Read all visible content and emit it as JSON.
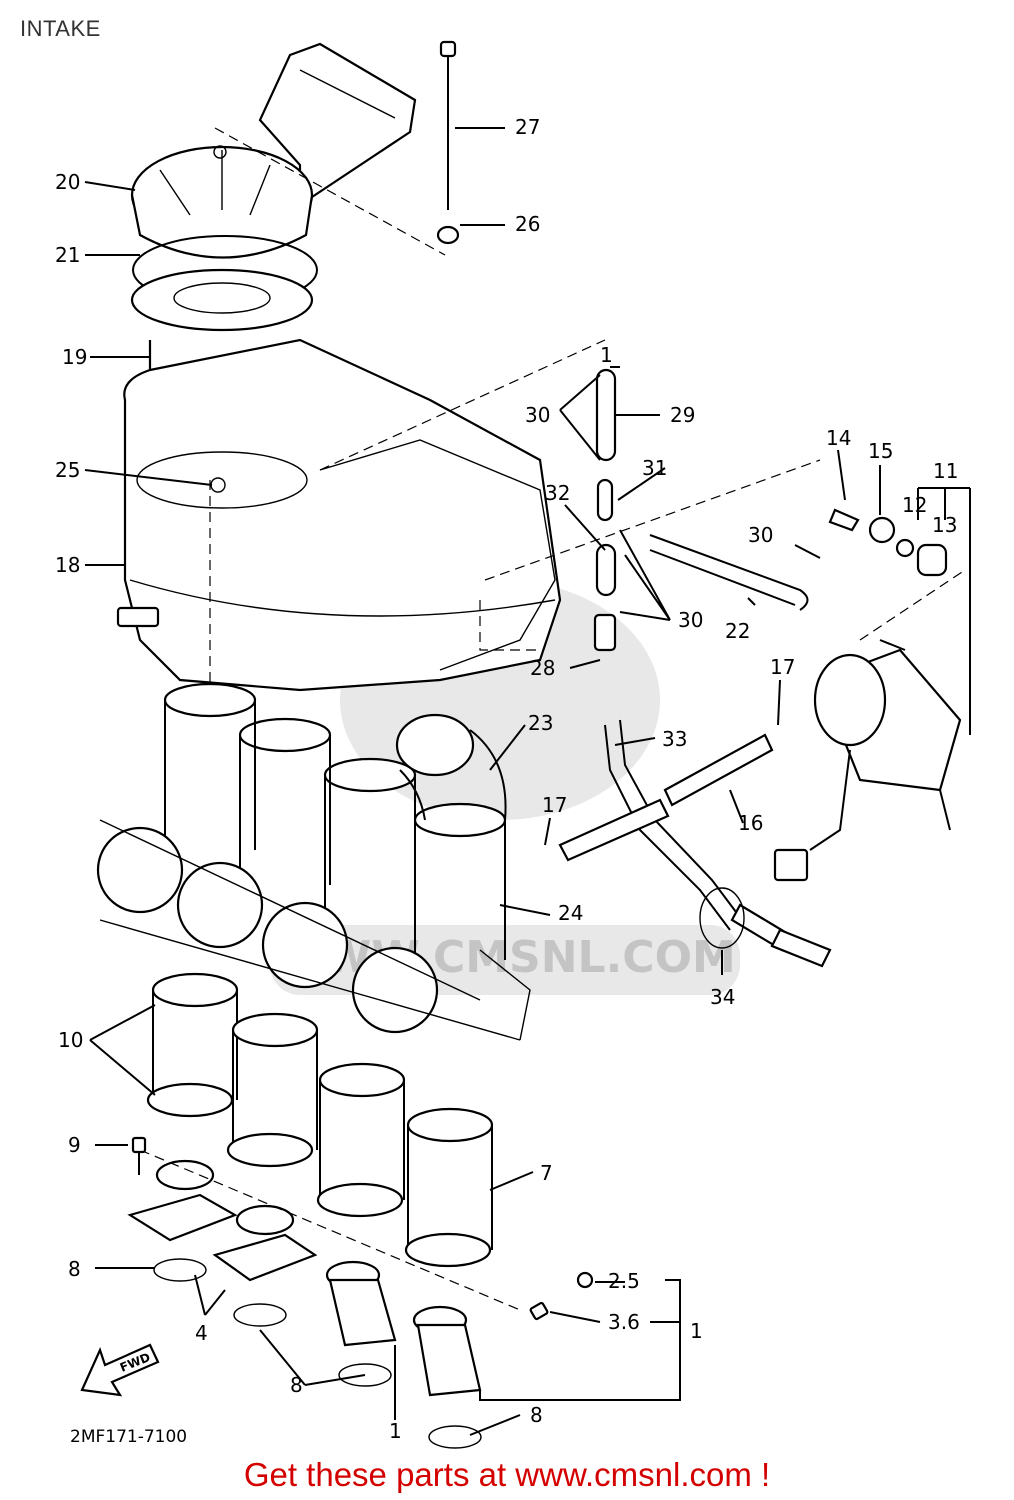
{
  "page": {
    "title": "INTAKE",
    "drawing_number": "2MF171-7100",
    "footer_text": "Get these parts at www.cmsnl.com !",
    "watermark_text": "WWW.CMSNL.COM",
    "arrow_label": "FWD"
  },
  "callouts": [
    {
      "id": "c27",
      "label": "27"
    },
    {
      "id": "c20",
      "label": "20"
    },
    {
      "id": "c26",
      "label": "26"
    },
    {
      "id": "c21",
      "label": "21"
    },
    {
      "id": "c19",
      "label": "19"
    },
    {
      "id": "c1a",
      "label": "1"
    },
    {
      "id": "c29",
      "label": "29"
    },
    {
      "id": "c30a",
      "label": "30"
    },
    {
      "id": "c14",
      "label": "14"
    },
    {
      "id": "c15",
      "label": "15"
    },
    {
      "id": "c11",
      "label": "11"
    },
    {
      "id": "c31",
      "label": "31"
    },
    {
      "id": "c25",
      "label": "25"
    },
    {
      "id": "c32",
      "label": "32"
    },
    {
      "id": "c12",
      "label": "12"
    },
    {
      "id": "c13",
      "label": "13"
    },
    {
      "id": "c30b",
      "label": "30"
    },
    {
      "id": "c18",
      "label": "18"
    },
    {
      "id": "c30c",
      "label": "30"
    },
    {
      "id": "c22",
      "label": "22"
    },
    {
      "id": "c28",
      "label": "28"
    },
    {
      "id": "c17a",
      "label": "17"
    },
    {
      "id": "c23",
      "label": "23"
    },
    {
      "id": "c33",
      "label": "33"
    },
    {
      "id": "c17b",
      "label": "17"
    },
    {
      "id": "c16",
      "label": "16"
    },
    {
      "id": "c24",
      "label": "24"
    },
    {
      "id": "c34",
      "label": "34"
    },
    {
      "id": "c10",
      "label": "10"
    },
    {
      "id": "c9",
      "label": "9"
    },
    {
      "id": "c7",
      "label": "7"
    },
    {
      "id": "c8a",
      "label": "8"
    },
    {
      "id": "c4",
      "label": "4"
    },
    {
      "id": "c25s",
      "label": "2.5"
    },
    {
      "id": "c36s",
      "label": "3.6"
    },
    {
      "id": "c1b",
      "label": "1"
    },
    {
      "id": "c8b",
      "label": "8"
    },
    {
      "id": "c1c",
      "label": "1"
    },
    {
      "id": "c8c",
      "label": "8"
    }
  ]
}
